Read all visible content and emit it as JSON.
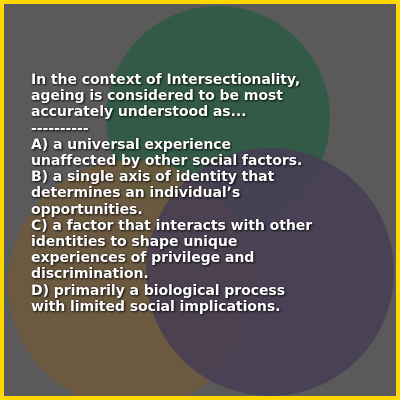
{
  "colors": {
    "border": "#ffd800",
    "background": "#5a5a5a",
    "circle_top": "#2f5a45",
    "circle_left": "#6e5a3c",
    "circle_right": "#463d55",
    "text": "#ffffff"
  },
  "question": {
    "lines": [
      "In the context of Intersectionality,",
      "ageing is considered to be most",
      "accurately understood as...",
      "----------",
      "A) a universal experience",
      "unaffected by other social factors.",
      "B) a single axis of identity that",
      "determines an individual’s",
      "opportunities.",
      "C) a factor that interacts with other",
      "identities to shape unique",
      "experiences of privilege and",
      "discrimination.",
      "D) primarily a biological process",
      "with limited social implications."
    ]
  }
}
